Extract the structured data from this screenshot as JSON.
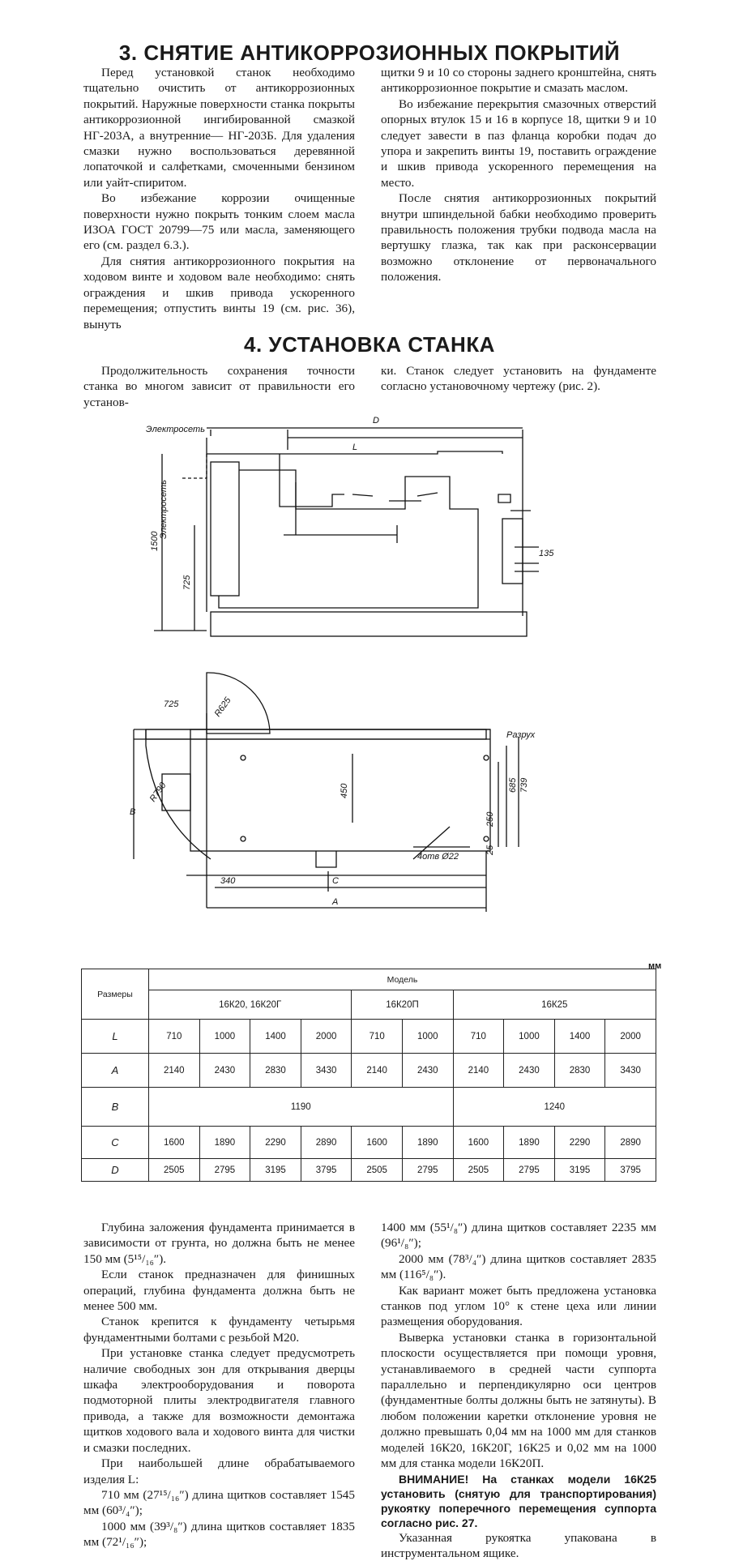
{
  "section3": {
    "title": "3. СНЯТИЕ АНТИКОРРОЗИОННЫХ ПОКРЫТИЙ",
    "left": [
      "Перед установкой станок необходимо тщательно очистить от антикоррозионных покрытий. Наружные поверхности станка покрыты антикоррозионной ингибированной смазкой НГ-203А, а внутренние— НГ-203Б. Для удаления смазки нужно воспользоваться деревянной лопаточкой и салфетками, смоченными бензином или уайт-спиритом.",
      "Во избежание коррозии очищенные поверхности нужно покрыть тонким слоем масла ИЗОА ГОСТ 20799—75 или масла, заменяющего его (см. раздел 6.3.).",
      "Для снятия антикоррозионного покрытия на ходовом винте и ходовом вале необходимо: снять ограждения и шкив привода ускоренного перемещения; отпустить винты 19 (см. рис. 36), вынуть"
    ],
    "right": [
      "щитки 9 и 10 со стороны заднего кронштейна, снять антикоррозионное покрытие и смазать маслом.",
      "Во избежание перекрытия смазочных отверстий опорных втулок 15 и 16 в корпусе 18, щитки 9 и 10 следует завести в паз фланца коробки подач до упора и закрепить винты 19, поставить ограждение и шкив привода ускоренного перемещения на место.",
      "После снятия антикоррозионных покрытий внутри шпиндельной бабки необходимо проверить правильность положения трубки подвода масла на вертушку глазка, так как при расконсервации возможно отклонение от первоначального положения."
    ]
  },
  "section4": {
    "title": "4. УСТАНОВКА СТАНКА",
    "intro_left": "Продолжительность сохранения точности станка во многом зависит от правильности его установ-",
    "intro_right": "ки. Станок следует установить на фундаменте согласно установочному чертежу (рис. 2)."
  },
  "drawing": {
    "labels": {
      "power1": "Электросеть",
      "power2": "Электросеть",
      "D": "D",
      "L": "L",
      "h1500": "1500",
      "h725": "725",
      "d135": "135",
      "w725": "725",
      "r625": "R625",
      "r790": "R790",
      "B": "B",
      "d450": "450",
      "d685": "685",
      "d739": "739",
      "d250": "250",
      "d25": "25",
      "holes": "4отв Ø22",
      "drain": "Разрух",
      "d340": "340",
      "C": "C",
      "A": "A"
    }
  },
  "table": {
    "units": "мм",
    "h_sizes": "Размеры",
    "h_model": "Модель",
    "models": [
      "16К20, 16К20Г",
      "16К20П",
      "16К25"
    ],
    "rows": {
      "L": {
        "label": "L",
        "values": [
          "710",
          "1000",
          "1400",
          "2000",
          "710",
          "1000",
          "710",
          "1000",
          "1400",
          "2000"
        ]
      },
      "A": {
        "label": "A",
        "values": [
          "2140",
          "2430",
          "2830",
          "3430",
          "2140",
          "2430",
          "2140",
          "2430",
          "2830",
          "3430"
        ]
      },
      "B": {
        "label": "B",
        "values": [
          "1190",
          "1240"
        ]
      },
      "C": {
        "label": "C",
        "values": [
          "1600",
          "1890",
          "2290",
          "2890",
          "1600",
          "1890",
          "1600",
          "1890",
          "2290",
          "2890"
        ]
      },
      "D": {
        "label": "D",
        "values": [
          "2505",
          "2795",
          "3195",
          "3795",
          "2505",
          "2795",
          "2505",
          "2795",
          "3195",
          "3795"
        ]
      }
    }
  },
  "bottom": {
    "left": [
      "Глубина заложения фундамента принимается в зависимости от грунта, но должна быть не менее 150 мм (5¹⁵/₁₆″).",
      "Если станок предназначен для финишных операций, глубина фундамента должна быть не менее 500 мм.",
      "Станок крепится к фундаменту четырьмя фундаментными болтами с резьбой М20.",
      "При установке станка следует предусмотреть наличие свободных зон для открывания дверцы шкафа электрооборудования и поворота подмоторной плиты электродвигателя главного привода, а также для возможности демонтажа щитков ходового вала и ходового винта для чистки и смазки последних.",
      "При наибольшей длине обрабатываемого изделия L:",
      "710 мм (27¹⁵/₁₆″) длина щитков составляет 1545 мм (60³/₄″);",
      "1000 мм (39³/₈″) длина щитков составляет 1835 мм (72¹/₁₆″);"
    ],
    "right": [
      "1400 мм (55¹/₈″) длина щитков составляет 2235 мм (96¹/₈″);",
      "2000 мм (78³/₄″) длина щитков составляет 2835 мм (116⁵/₈″).",
      "Как вариант может быть предложена установка станков под углом 10° к стене цеха или линии размещения оборудования.",
      "Выверка установки станка в горизонтальной плоскости осуществляется при помощи уровня, устанавливаемого в средней части суппорта параллельно и перпендикулярно оси центров (фундаментные болты должны быть не затянуты). В любом положении каретки отклонение уровня не должно превышать 0,04 мм на 1000 мм для станков моделей 16К20, 16К20Г, 16К25 и 0,02 мм на 1000 мм для станка модели 16К20П.",
      "ВНИМАНИЕ! На станках модели 16К25 установить (снятую для транспортирования) рукоятку поперечного перемещения суппорта согласно рис. 27.",
      "Указанная рукоятка упакована в инструментальном ящике."
    ]
  }
}
